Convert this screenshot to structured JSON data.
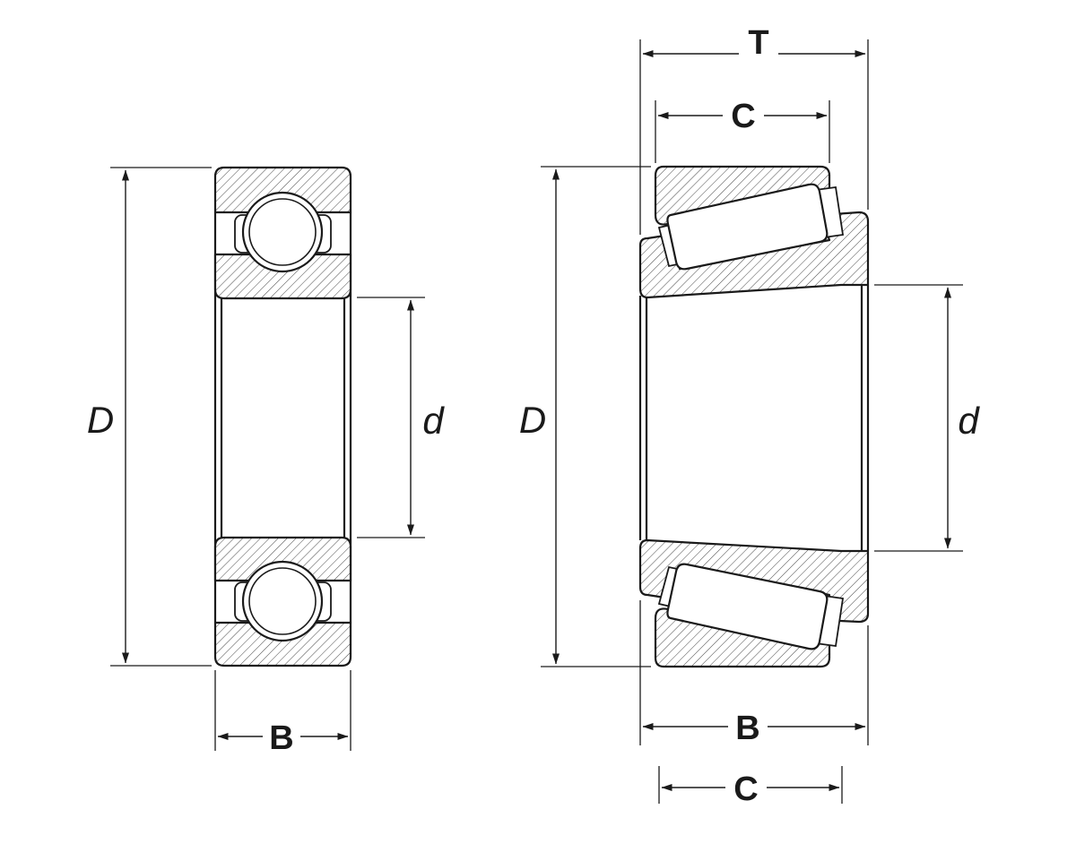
{
  "ball_bearing": {
    "labels": {
      "outer_diameter": "D",
      "bore_diameter": "d",
      "width": "B"
    }
  },
  "tapered_roller_bearing": {
    "labels": {
      "total_width": "T",
      "cup_width": "C",
      "outer_diameter": "D",
      "bore_diameter": "d",
      "cone_width": "B",
      "cup_width_lower": "C"
    }
  }
}
